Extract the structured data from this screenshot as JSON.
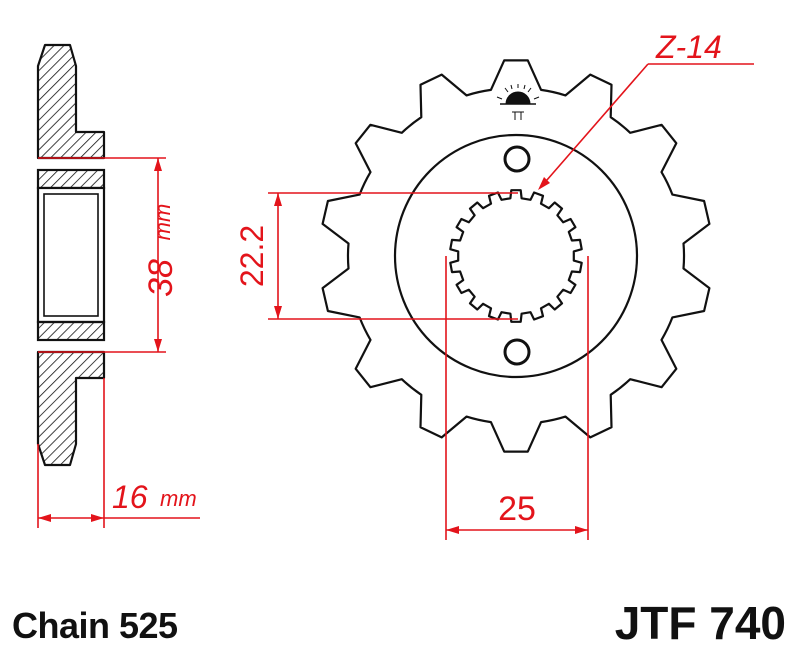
{
  "product": {
    "chain_label": "Chain 525",
    "part_number": "JTF 740"
  },
  "dimensions": {
    "bore_height": {
      "value": "38",
      "unit": "mm"
    },
    "width": {
      "value": "16",
      "unit": "mm"
    },
    "spline_vertical": {
      "value": "22.2"
    },
    "spline_horizontal": {
      "value": "25"
    },
    "teeth": {
      "label": "Z-14"
    }
  },
  "colors": {
    "line": "#111111",
    "dimension": "#e3141b",
    "hatch": "#111111"
  },
  "icons": {
    "logo": "sunrise-logo-icon"
  }
}
